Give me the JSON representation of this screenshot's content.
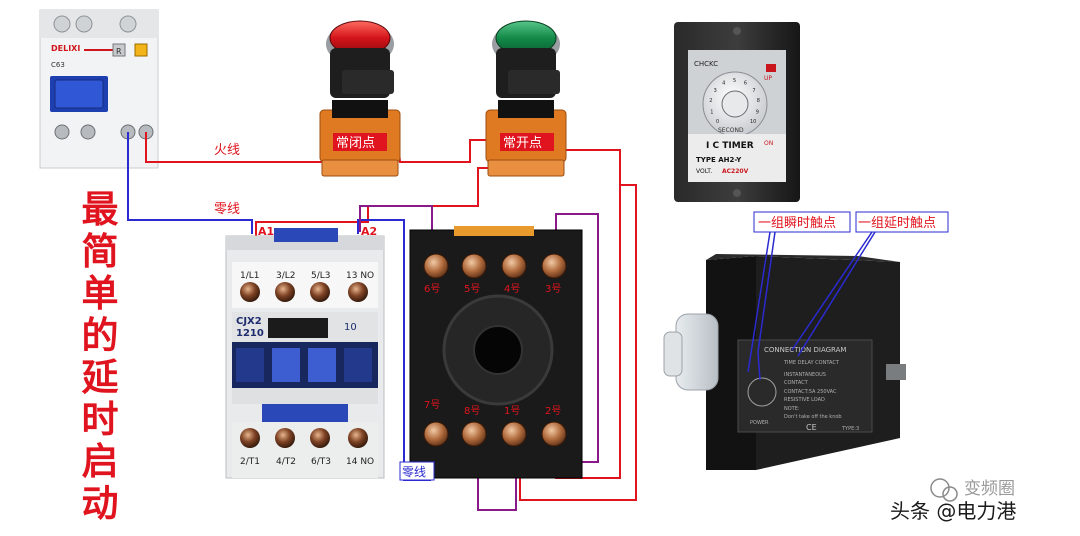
{
  "title_chars": [
    "最",
    "简",
    "单",
    "的",
    "延",
    "时",
    "启",
    "动"
  ],
  "labels": {
    "live_wire": "火线",
    "neutral_wire": "零线",
    "neutral_bottom": "零线",
    "nc_button": "常闭点",
    "no_button": "常开点",
    "a1": "A1",
    "a2": "A2",
    "instant_contact": "一组瞬时触点",
    "delay_contact": "一组延时触点"
  },
  "breaker": {
    "brand": "DELIXI",
    "model": "C63",
    "r_mark": "R"
  },
  "contactor": {
    "model_line1": "CJX2",
    "model_line2": "1210",
    "aux_no": "10",
    "top_terminals": [
      "1/L1",
      "3/L2",
      "5/L3",
      "13 NO"
    ],
    "bottom_terminals": [
      "2/T1",
      "4/T2",
      "6/T3",
      "14 NO"
    ]
  },
  "socket": {
    "top_pins": [
      "6号",
      "5号",
      "4号",
      "3号"
    ],
    "bottom_pins": [
      "7号",
      "8号",
      "1号",
      "2号"
    ]
  },
  "timer_front": {
    "brand": "CHCKC",
    "up": "UP",
    "on": "ON",
    "name": "I C TIMER",
    "type_line": "TYPE AH2-Y",
    "volt_label": "VOLT.",
    "volt_value": "AC220V",
    "second": "SECOND",
    "dial_numbers": [
      "0",
      "1",
      "2",
      "3",
      "4",
      "5",
      "6",
      "7",
      "8",
      "9",
      "10"
    ]
  },
  "timer_side": {
    "heading": "CONNECTION DIAGRAM",
    "lines": [
      "TIME DELAY CONTACT",
      "INSTANTANEOUS",
      "CONTACT",
      "CONTACT:5A 250VAC",
      "RESISTIVE LOAD",
      "NOTE:",
      "Don't take off the knob"
    ],
    "type": "TYPE:3",
    "ce": "CE",
    "power": "POWER"
  },
  "watermark": {
    "wechat": "变频圈",
    "toutiao": "头条 @电力港"
  },
  "colors": {
    "title": "#e0141e",
    "live_wire": "#e0141e",
    "neutral_wire": "#2a2ad0",
    "link_wire": "#8a1a8a",
    "label_red": "#e0141e",
    "label_blue": "#2a2ad0"
  }
}
